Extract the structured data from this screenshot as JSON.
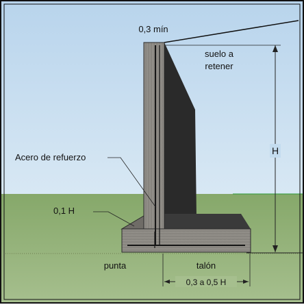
{
  "labels": {
    "top_dimension": "0,3 mín",
    "soil_note_line1": "suelo a",
    "soil_note_line2": "retener",
    "height": "H",
    "rebar": "Acero de refuerzo",
    "stem_base": "0,1 H",
    "toe": "punta",
    "heel": "talón",
    "heel_width": "0,3 a 0,5 H"
  },
  "colors": {
    "sky": "#c4dcef",
    "grass": "#8aaa6f",
    "grass_bottom": "#a8c090",
    "concrete": "#8c8a85",
    "concrete_dark": "#2c2c2c",
    "rebar": "#1a1a1a",
    "dimension": "#222222",
    "frame": "#111111"
  }
}
